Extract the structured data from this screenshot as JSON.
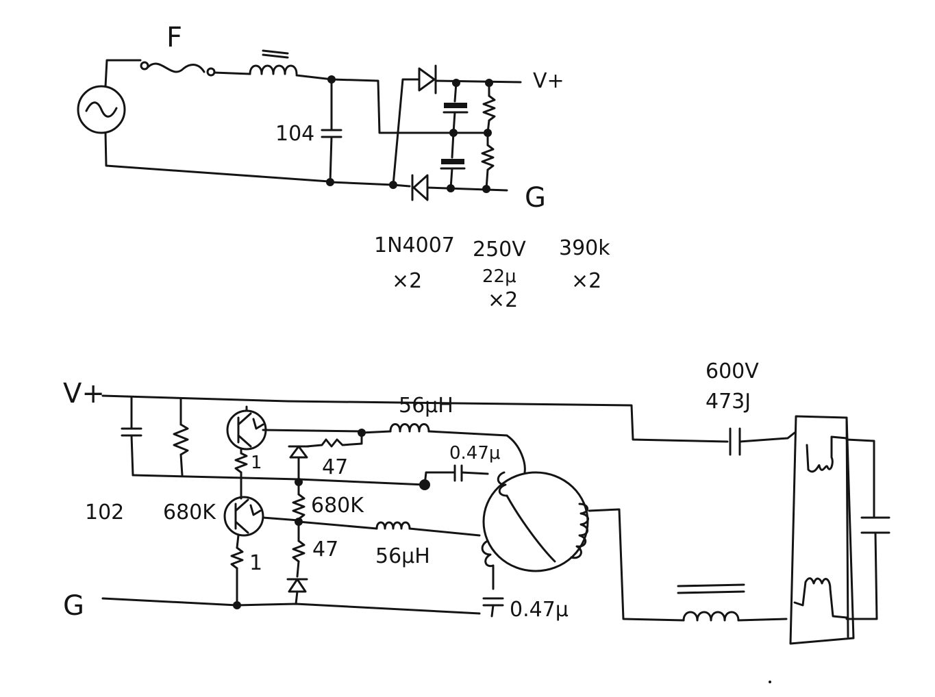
{
  "colors": {
    "ink": "#141414",
    "paper": "#ffffff"
  },
  "power_supply": {
    "fuse_label": "F",
    "filter_cap_label": "104",
    "vplus_label": "V+",
    "ground_label": "G",
    "parts": {
      "diode_type": "1N4007",
      "diode_qty": "×2",
      "cap_voltage": "250V",
      "cap_value": "22μ",
      "cap_qty": "×2",
      "resistor_value": "390k",
      "resistor_qty": "×2"
    }
  },
  "inverter": {
    "vplus_label": "V+",
    "ground_label": "G",
    "cap_102_label": "102",
    "res_680k_left_label": "680K",
    "res_emitter_top_label": "1",
    "res_emitter_bottom_label": "1",
    "res_47_top_label": "47",
    "res_680k_mid_label": "680K",
    "res_47_bottom_label": "47",
    "inductor_top_label": "56μH",
    "inductor_bottom_label": "56μH",
    "cap_047_top_label": "0.47μ",
    "cap_047_bottom_label": "0.47μ",
    "output_cap_voltage": "600V",
    "output_cap_value": "473J"
  }
}
